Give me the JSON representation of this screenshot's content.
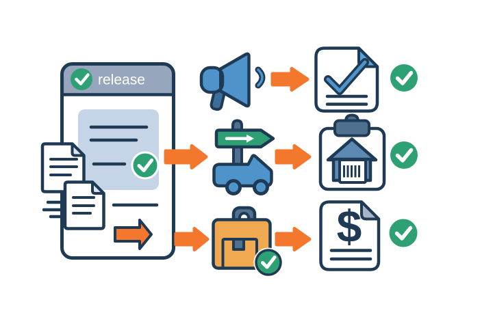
{
  "illustration": {
    "title": "release workflow illustration",
    "phone": {
      "header": {
        "label": "release",
        "icon": "check-circle-icon"
      },
      "content": {
        "panel_lines": 3,
        "panel_badge_icon": "check-circle-icon",
        "footer_icon": "arrow-right-icon"
      },
      "attachments": {
        "document_icons": 2,
        "motion_lines": 3
      }
    },
    "documents": {
      "invoice": {
        "symbol": "$"
      }
    },
    "flow_rows": [
      {
        "source_icon": "megaphone-icon",
        "result_icon": "approved-document-icon",
        "status_icon": "check-circle-icon"
      },
      {
        "source_icon": "signpost-delivery-robot-icon",
        "result_icon": "warehouse-clipboard-icon",
        "status_icon": "check-circle-icon"
      },
      {
        "source_icon": "secured-package-icon",
        "result_icon": "invoice-document-icon",
        "status_icon": "check-circle-icon"
      }
    ]
  },
  "colors": {
    "navy": "#1f3a54",
    "blue": "#4e94ca",
    "blue_dark": "#3c6e99",
    "slate": "#4f718f",
    "green": "#2da173",
    "orange": "#f4772e",
    "package_orange": "#f0a950",
    "header_blue": "#97a6bc",
    "panel_blue": "#c6d4e8",
    "fold_blue": "#58a2d9",
    "fold_gray": "#a9b5c6",
    "doc_fold": "#dde6f0",
    "house_blue": "#5d89b2",
    "white": "#ffffff"
  }
}
